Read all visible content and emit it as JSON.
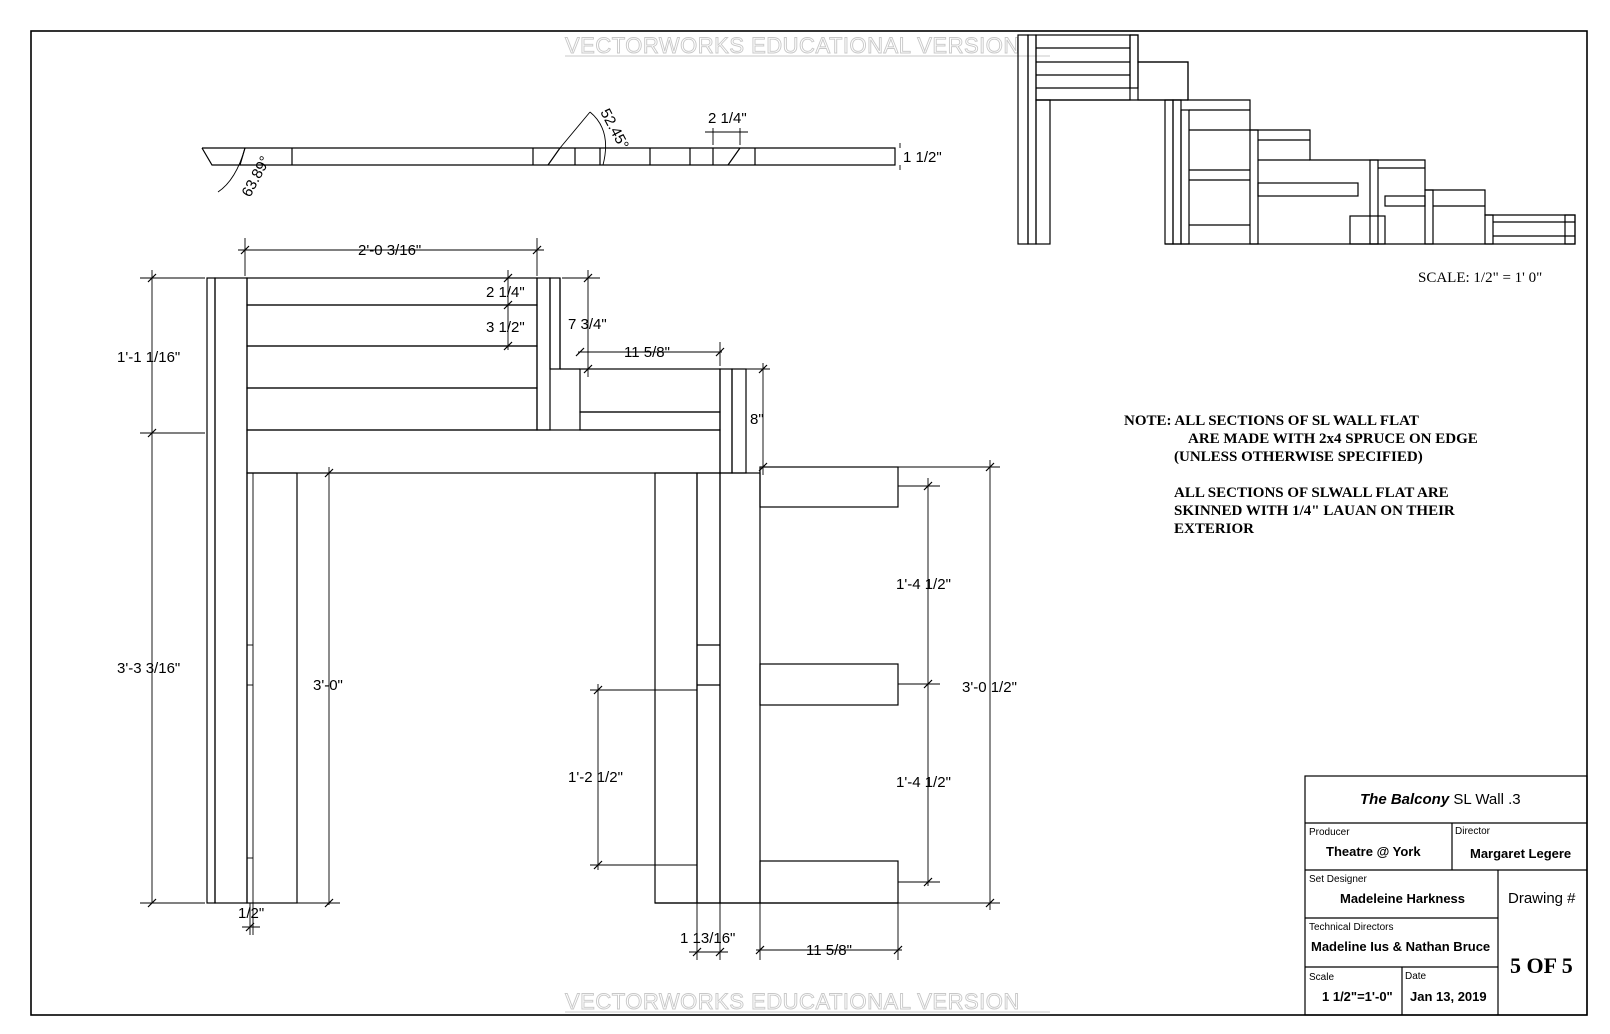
{
  "watermark": "VECTORWORKS EDUCATIONAL VERSION",
  "top_section": {
    "angle_left": "63.89°",
    "angle_mid": "52.45°",
    "dim_width": "2 1/4\"",
    "dim_thickness": "1 1/2\""
  },
  "elevation": {
    "scale_note": "SCALE: 1/2\" = 1' 0\""
  },
  "front_view": {
    "dims": {
      "top_width": "2'-0 3/16\"",
      "board_a": "2 1/4\"",
      "board_b": "3 1/2\"",
      "step_height": "7 3/4\"",
      "step_width": "11 5/8\"",
      "upper_height": "1'-1 1/16\"",
      "right_step": "8\"",
      "overall_left": "3'-3 3/16\"",
      "leg_height": "3'-0\"",
      "left_thickness": "1/2\"",
      "right_upper": "1'-4 1/2\"",
      "right_lower": "1'-4 1/2\"",
      "right_overall": "3'-0 1/2\"",
      "inner_leg": "1'-2 1/2\"",
      "bottom_thickness": "1 13/16\"",
      "bottom_width": "11 5/8\""
    }
  },
  "note": {
    "line1": "NOTE: ALL SECTIONS OF SL WALL  FLAT",
    "line2": "ARE  MADE WITH 2x4 SPRUCE ON EDGE",
    "line3": "(UNLESS OTHERWISE SPECIFIED)",
    "line4": "ALL SECTIONS OF SLWALL FLAT ARE",
    "line5": "SKINNED WITH 1/4\" LAUAN ON THEIR",
    "line6": "EXTERIOR"
  },
  "title_block": {
    "title_italic": "The Balcony",
    "title_rest": " SL Wall .3",
    "producer_label": "Producer",
    "producer": "Theatre @ York",
    "director_label": "Director",
    "director": "Margaret Legere",
    "set_designer_label": "Set Designer",
    "set_designer": "Madeleine Harkness",
    "drawing_label": "Drawing #",
    "tech_label": "Technical Directors",
    "tech": "Madeline Ius & Nathan Bruce",
    "sheet": "5 OF 5",
    "scale_label": "Scale",
    "scale": "1 1/2\"=1'-0\"",
    "date_label": "Date",
    "date": "Jan 13, 2019"
  }
}
